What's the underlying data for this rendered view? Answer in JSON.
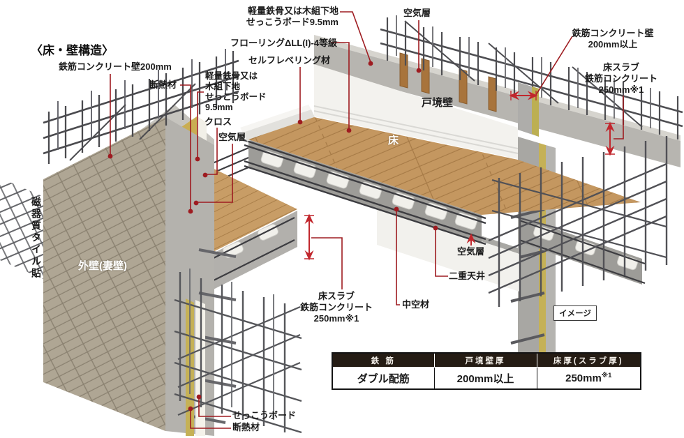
{
  "title": "〈床・壁構造〉",
  "labels": {
    "rc_wall_200": {
      "text": "鉄筋コンクリート壁200mm"
    },
    "dannetsu_top": {
      "text": "断熱材"
    },
    "keiryo_top": {
      "text": "軽量鉄骨又は木組下地\nせっこうボード9.5mm"
    },
    "flooring": {
      "text": "フローリングΔLL(I)-4等級"
    },
    "self_level": {
      "text": "セルフレベリング材"
    },
    "keiryo_left": {
      "text": "軽量鉄骨又は\n木組下地\nせっこうボード\n9.5mm"
    },
    "kurosu_left": {
      "text": "クロス"
    },
    "kuki_left": {
      "text": "空気層"
    },
    "kuki_top": {
      "text": "空気層"
    },
    "rc_wall_200up": {
      "text": "鉄筋コンクリート壁\n200mm以上"
    },
    "yuka_slab_right js_note": {
      "text": ""
    },
    "yuka_slab_right": {
      "text": "床スラブ\n鉄筋コンクリート\n250mm※1"
    },
    "yuka": {
      "text": "床"
    },
    "tosakai": {
      "text": "戸境壁"
    },
    "gaiheki": {
      "text": "外壁(妻壁)"
    },
    "jiki_tile": {
      "text": "磁器質タイル貼"
    },
    "yuka_slab_left": {
      "text": "床スラブ\n鉄筋コンクリート\n250mm※1"
    },
    "chuku": {
      "text": "中空材"
    },
    "kuki_right": {
      "text": "空気層"
    },
    "niju_tenjo": {
      "text": "二重天井"
    },
    "sekko_bottom": {
      "text": "せっこうボード"
    },
    "dannetsu_bottom": {
      "text": "断熱材"
    },
    "image_tag": {
      "text": "イメージ"
    }
  },
  "table": {
    "headers": [
      "鉄 筋",
      "戸境壁厚",
      "床厚(スラブ厚)"
    ],
    "row": {
      "tekkin": "ダブル配筋",
      "kabe": "200mm以上",
      "yuka": "250mm",
      "yuka_note": "※1"
    }
  },
  "colors": {
    "leader_red": "#9e1b20",
    "dimension_red": "#c1272d",
    "table_header_bg": "#251c14",
    "tile": "#afa694",
    "wood": "#c49760",
    "insulation": "#c9ad52"
  }
}
